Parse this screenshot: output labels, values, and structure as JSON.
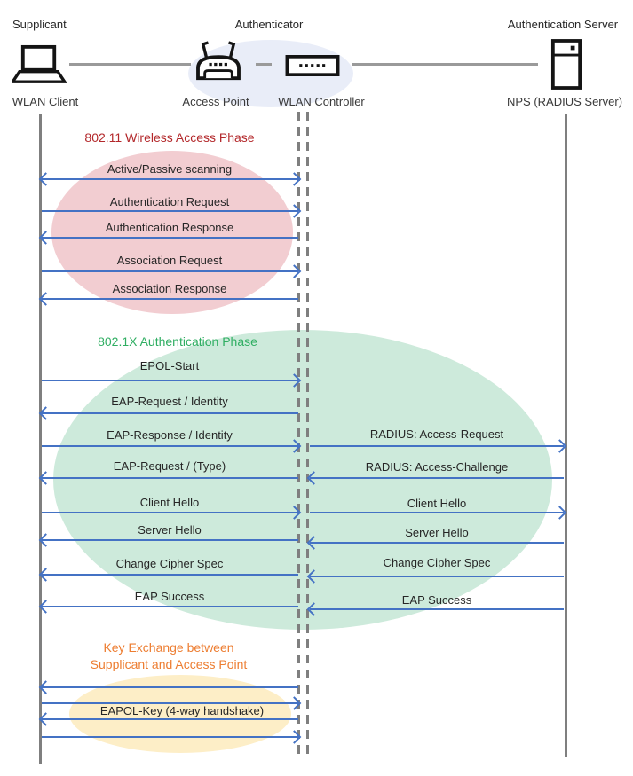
{
  "header": {
    "roles": [
      {
        "label": "Supplicant"
      },
      {
        "label": "Authenticator"
      },
      {
        "label": "Authentication Server"
      }
    ],
    "devices": [
      {
        "label": "WLAN Client",
        "icon": "laptop-icon"
      },
      {
        "label": "Access Point",
        "icon": "access-point-icon"
      },
      {
        "label": "WLAN Controller",
        "icon": "wlan-controller-icon"
      },
      {
        "label": "NPS (RADIUS Server)",
        "icon": "server-icon"
      }
    ]
  },
  "phases": [
    {
      "id": "80211",
      "title": "802.11 Wireless Access Phase",
      "title_color": "#b3282b",
      "ellipse_fill": "#f2cdd1"
    },
    {
      "id": "8021x",
      "title": "802.1X Authentication Phase",
      "title_color": "#2fae62",
      "ellipse_fill": "#cdeadb"
    },
    {
      "id": "key-exchange",
      "title_line1": "Key Exchange between",
      "title_line2": "Supplicant and Access Point",
      "title_color": "#ed7d31",
      "ellipse_fill": "#fdeec7"
    }
  ],
  "messages": [
    {
      "label": "Active/Passive scanning",
      "segment": "client-controller",
      "direction": "both"
    },
    {
      "label": "Authentication Request",
      "segment": "client-controller",
      "direction": "right"
    },
    {
      "label": "Authentication Response",
      "segment": "client-controller",
      "direction": "left"
    },
    {
      "label": "Association Request",
      "segment": "client-controller",
      "direction": "right"
    },
    {
      "label": "Association Response",
      "segment": "client-controller",
      "direction": "left"
    },
    {
      "label": "EPOL-Start",
      "segment": "client-controller",
      "direction": "right"
    },
    {
      "label": "EAP-Request / Identity",
      "segment": "client-controller",
      "direction": "left"
    },
    {
      "label": "EAP-Response / Identity",
      "segment": "client-controller",
      "direction": "right"
    },
    {
      "label": "RADIUS: Access-Request",
      "segment": "controller-server",
      "direction": "right"
    },
    {
      "label": "EAP-Request / (Type)",
      "segment": "client-controller",
      "direction": "left"
    },
    {
      "label": "RADIUS: Access-Challenge",
      "segment": "controller-server",
      "direction": "left"
    },
    {
      "label": "Client Hello",
      "segment": "client-controller",
      "direction": "right"
    },
    {
      "label": "Client Hello",
      "segment": "controller-server",
      "direction": "right"
    },
    {
      "label": "Server Hello",
      "segment": "client-controller",
      "direction": "left"
    },
    {
      "label": "Server Hello",
      "segment": "controller-server",
      "direction": "left"
    },
    {
      "label": "Change Cipher Spec",
      "segment": "client-controller",
      "direction": "left"
    },
    {
      "label": "Change Cipher Spec",
      "segment": "controller-server",
      "direction": "left"
    },
    {
      "label": "EAP Success",
      "segment": "client-controller",
      "direction": "left"
    },
    {
      "label": "EAP Success",
      "segment": "controller-server",
      "direction": "left"
    }
  ],
  "key_exchange": {
    "label": "EAPOL-Key (4-way handshake)",
    "arrows": [
      "left",
      "right",
      "left",
      "right"
    ]
  },
  "colors": {
    "arrow": "#4472c4",
    "lifeline": "#7f7f7f",
    "connector": "#9a9a9a",
    "authenticator_highlight": "#e9edf8",
    "message_text": "#262626"
  }
}
